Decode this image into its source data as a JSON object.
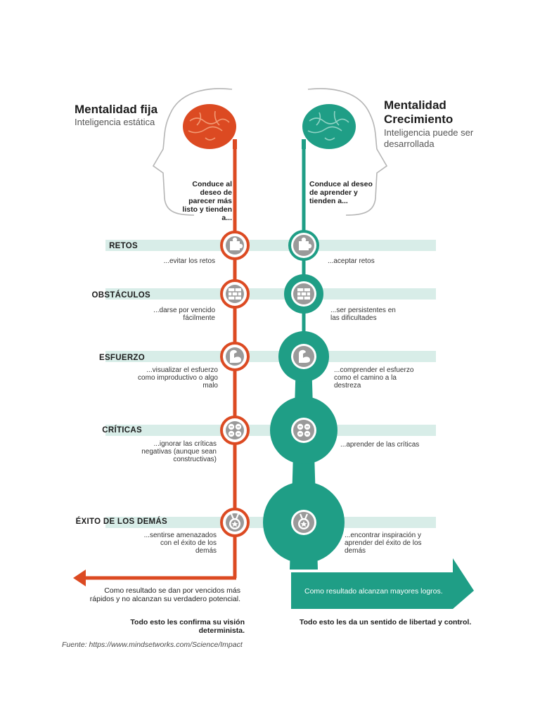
{
  "colors": {
    "fixed": "#dc4a22",
    "growth": "#1f9e86",
    "band": "#d8ede8",
    "icon_gray": "#9a9a9a"
  },
  "header": {
    "fixed_title": "Mentalidad fija",
    "fixed_subtitle": "Inteligencia estática",
    "growth_title": "Mentalidad Crecimiento",
    "growth_subtitle": "Inteligencia puede ser desarrollada"
  },
  "intro": {
    "fixed": "Conduce al deseo de parecer más listo y tienden a...",
    "growth": "Conduce al deseo de aprender y tienden a..."
  },
  "rows": [
    {
      "label": "RETOS",
      "icon": "puzzle-icon",
      "fixed": "...evitar los retos",
      "growth": "...aceptar retos"
    },
    {
      "label": "OBSTÁCULOS",
      "icon": "brick-wall-icon",
      "fixed": "...darse por vencido fácilmente",
      "growth": "...ser persistentes en las dificultades"
    },
    {
      "label": "ESFUERZO",
      "icon": "flexed-arm-icon",
      "fixed": "...visualizar el esfuerzo como improductivo o algo malo",
      "growth": "...comprender el esfuerzo como el camino a la destreza"
    },
    {
      "label": "CRÍTICAS",
      "icon": "comment-bubbles-icon",
      "fixed": "...ignorar las críticas negativas (aunque sean constructivas)",
      "growth": "...aprender de las críticas"
    },
    {
      "label": "ÉXITO DE LOS DEMÁS",
      "icon": "medal-icon",
      "fixed": "...sentirse amenazados con el éxito de los demás",
      "growth": "...encontrar inspiración y aprender del éxito de los demás"
    }
  ],
  "results": {
    "fixed": "Como resultado se dan por vencidos más rápidos y no alcanzan su verdadero potencial.",
    "growth": "Como resultado alcanzan mayores logros."
  },
  "conclusions": {
    "fixed": "Todo esto les confirma su visión determinista.",
    "growth": "Todo esto les da un sentido de libertad y control."
  },
  "source": "Fuente: https://www.mindsetworks.com/Science/Impact"
}
